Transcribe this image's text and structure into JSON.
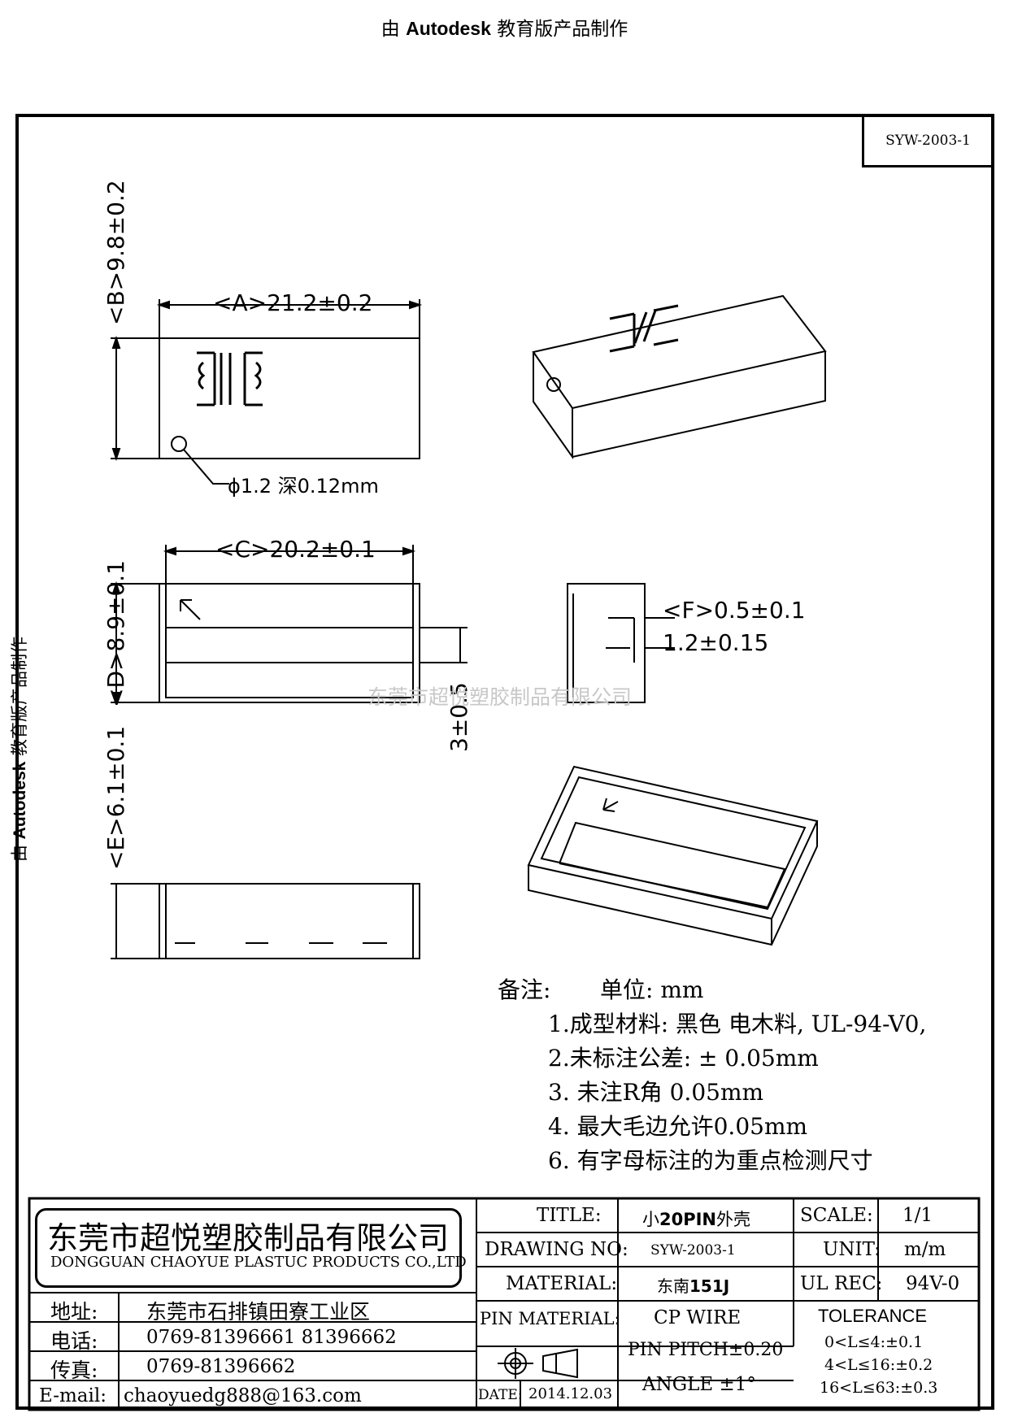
{
  "header": {
    "prefix": "由 ",
    "brand": "Autodesk",
    "suffix": " 教育版产品制作"
  },
  "side_text": {
    "prefix": "由 ",
    "brand": "Autodesk",
    "suffix": " 教育版产品制作"
  },
  "doc_number": "SYW-2003-1",
  "dimensions": {
    "A": "<A>21.2±0.2",
    "B_top": "<B>9.8±0.2",
    "hole": "ϕ1.2 深0.12mm",
    "C": "<C>20.2±0.1",
    "D": "<D>8.9±0.1",
    "step": "3±0.5",
    "F": "<F>0.5±0.1",
    "groove": "1.2±0.15",
    "E": "<E>6.1±0.1"
  },
  "watermark": "东莞市超悦塑胶制品有限公司",
  "notes": {
    "title": "备注:",
    "unit": "单位: mm",
    "items": [
      "1.成型材料: 黑色 电木料, UL-94-V0,",
      "2.未标注公差: ± 0.05mm",
      "3. 未注R角 0.05mm",
      "4. 最大毛边允许0.05mm",
      "6. 有字母标注的为重点检测尺寸"
    ]
  },
  "title_block": {
    "company_cn": "东莞市超悦塑胶制品有限公司",
    "company_en": "DONGGUAN CHAOYUE PLASTUC PRODUCTS CO.,LTD",
    "address_label": "地址:",
    "address": "东莞市石排镇田寮工业区",
    "phone_label": "电话:",
    "phone": "0769-81396661  81396662",
    "fax_label": "传真:",
    "fax": "0769-81396662",
    "email_label": "E-mail:",
    "email": "chaoyuedg888@163.com",
    "title_label": "TITLE:",
    "title_value_prefix": "小",
    "title_value_bold": "20PIN",
    "title_value_suffix": "外壳",
    "drawing_no_label": "DRAWING NO:",
    "drawing_no": "SYW-2003-1",
    "material_label": "MATERIAL:",
    "material_prefix": "东南",
    "material_bold": "151J",
    "pin_material_label": "PIN MATERIAL:",
    "pin_material": "CP WIRE",
    "pin_pitch": "PIN PITCH±0.20",
    "date_label": "DATE:",
    "date": "2014.12.03",
    "angle": "ANGLE ±1°",
    "scale_label": "SCALE:",
    "scale": "1/1",
    "unit_label": "UNIT:",
    "unit": "m/m",
    "ul_label": "UL REC:",
    "ul": "94V-0",
    "tolerance_label": "TOLERANCE",
    "tolerances": [
      "0<L≤4:±0.1",
      "4<L≤16:±0.2",
      "16<L≤63:±0.3"
    ]
  }
}
